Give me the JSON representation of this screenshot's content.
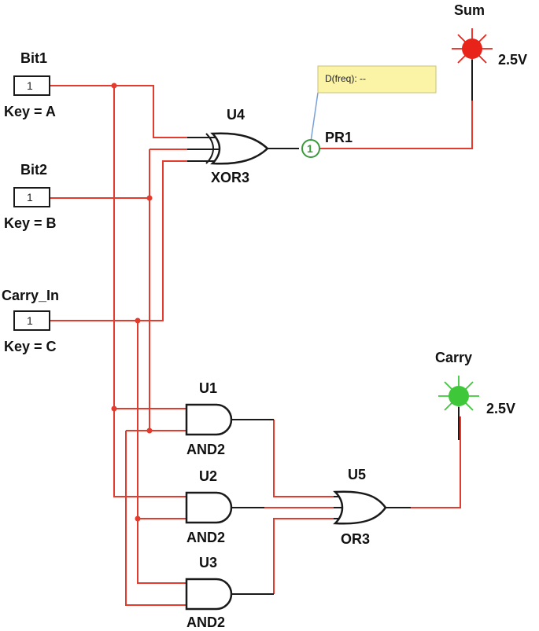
{
  "inputs": {
    "bit1": {
      "name": "Bit1",
      "value": "1",
      "key": "Key = A"
    },
    "bit2": {
      "name": "Bit2",
      "value": "1",
      "key": "Key = B"
    },
    "carry_in": {
      "name": "Carry_In",
      "value": "1",
      "key": "Key = C"
    }
  },
  "gates": {
    "u4": {
      "ref": "U4",
      "type": "XOR3"
    },
    "u1": {
      "ref": "U1",
      "type": "AND2"
    },
    "u2": {
      "ref": "U2",
      "type": "AND2"
    },
    "u3": {
      "ref": "U3",
      "type": "AND2"
    },
    "u5": {
      "ref": "U5",
      "type": "OR3"
    }
  },
  "probe": {
    "name": "PR1",
    "number": "1",
    "readout": "D(freq): --"
  },
  "outputs": {
    "sum": {
      "name": "Sum",
      "voltage": "2.5V",
      "color": "#e8231a"
    },
    "carry": {
      "name": "Carry",
      "voltage": "2.5V",
      "color": "#3fc73a"
    }
  },
  "colors": {
    "wire": "#e33b2e",
    "probe": "#3a9a3a",
    "tooltip_bg": "#fbf3a6"
  }
}
